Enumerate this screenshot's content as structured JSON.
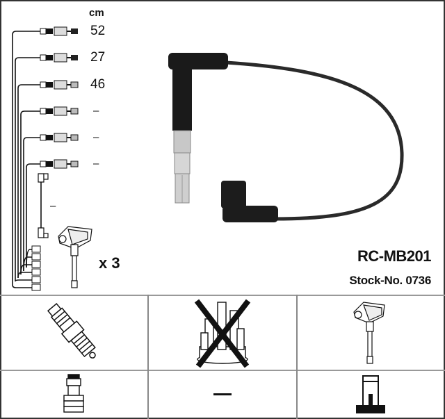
{
  "header": {
    "unit_label": "cm"
  },
  "cables": [
    {
      "length": "52"
    },
    {
      "length": "27"
    },
    {
      "length": "46"
    },
    {
      "length": "–"
    },
    {
      "length": "–"
    },
    {
      "length": "–"
    }
  ],
  "coil_cable": {
    "length": "–"
  },
  "coil_quantity": "x 3",
  "product": {
    "code": "RC-MB201",
    "stock_no": "Stock-No. 0736"
  },
  "components_grid": {
    "row1": [
      {
        "icon": "spark-plug-icon",
        "crossed": false
      },
      {
        "icon": "distributor-cap-icon",
        "crossed": true
      },
      {
        "icon": "ignition-coil-icon",
        "crossed": false
      }
    ],
    "row2": [
      {
        "icon": "plug-connector-icon"
      },
      {
        "icon": "none",
        "text": "—"
      },
      {
        "icon": "coil-connector-icon"
      }
    ]
  },
  "colors": {
    "border": "#333333",
    "grid": "#999999",
    "ink": "#111111",
    "cable": "#2a2a2a",
    "metal": "#bdbdbd"
  }
}
